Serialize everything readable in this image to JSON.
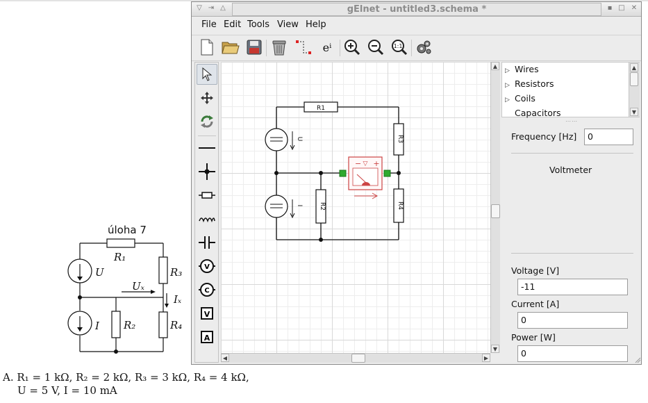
{
  "document": {
    "title": "úloha 7",
    "problem_line1": "A.  R₁ = 1 kΩ, R₂ = 2 kΩ, R₃ = 3 kΩ, R₄ = 4 kΩ,",
    "problem_line2": "U = 5 V, I = 10 mA",
    "labels": {
      "U": "U",
      "I": "I",
      "R1": "R₁",
      "R2": "R₂",
      "R3": "R₃",
      "R4": "R₄",
      "Ux": "Uₓ",
      "Ix": "Iₓ"
    }
  },
  "window": {
    "title": "gElnet - untitled3.schema *"
  },
  "menu": [
    "File",
    "Edit",
    "Tools",
    "View",
    "Help"
  ],
  "toolbar": {
    "buttons": [
      "new-file-icon",
      "open-folder-icon",
      "save-icon",
      "trash-icon",
      "wire-tool-icon",
      "exponent-icon",
      "zoom-in-icon",
      "zoom-out-icon",
      "zoom-fit-icon",
      "simulate-icon"
    ],
    "exponent_label": "eⁱ",
    "zoom_fit_label": "1:1"
  },
  "palette": [
    "pointer-icon",
    "move-icon",
    "rotate-icon",
    "wire-icon",
    "node-icon",
    "resistor-icon",
    "coil-icon",
    "capacitor-icon",
    "voltage-source-icon",
    "current-source-icon",
    "voltmeter-icon",
    "ammeter-icon"
  ],
  "palette_labels": {
    "voltmeter": "V",
    "ammeter": "A",
    "vsource": "V",
    "csource": "C"
  },
  "schema": {
    "components": {
      "R1": "R1",
      "R2": "R2",
      "R3": "R3",
      "R4": "R4",
      "U": "U",
      "I": "I"
    },
    "meter_symbols": {
      "minus": "−",
      "nabla": "▽",
      "plus": "+"
    }
  },
  "component_tree": {
    "items": [
      "Wires",
      "Resistors",
      "Coils",
      "Capacitors"
    ]
  },
  "properties": {
    "frequency_label": "Frequency [Hz]",
    "frequency_value": "0",
    "selected_component": "Voltmeter",
    "voltage_label": "Voltage [V]",
    "voltage_value": "-11",
    "current_label": "Current [A]",
    "current_value": "0",
    "power_label": "Power [W]",
    "power_value": "0"
  }
}
